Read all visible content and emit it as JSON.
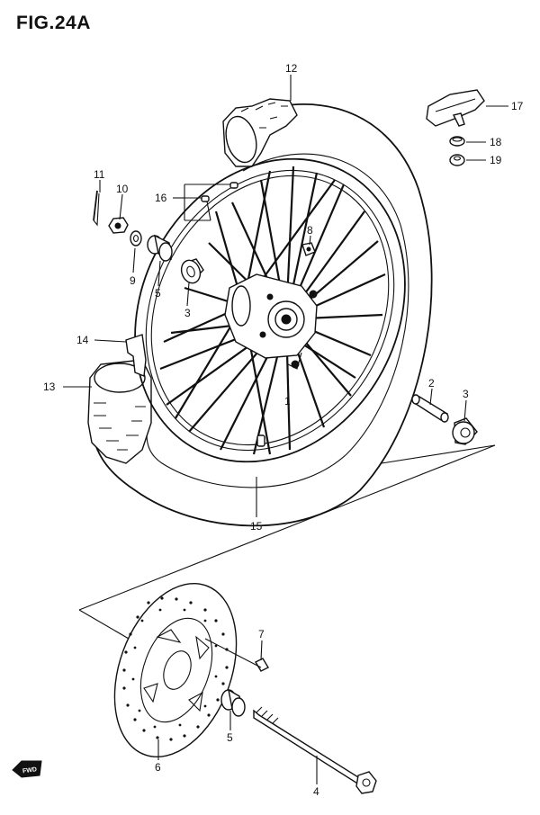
{
  "figure": {
    "title": "FIG.24A"
  },
  "callouts": {
    "c1": "1",
    "c2": "2",
    "c3a": "3",
    "c3b": "3",
    "c4": "4",
    "c5a": "5",
    "c5b": "5",
    "c6": "6",
    "c7": "7",
    "c8": "8",
    "c9": "9",
    "c10": "10",
    "c11": "11",
    "c12": "12",
    "c13": "13",
    "c14": "14",
    "c15": "15",
    "c16": "16",
    "c17": "17",
    "c18": "18",
    "c19": "19"
  },
  "badge": {
    "fwd": "FWD"
  }
}
